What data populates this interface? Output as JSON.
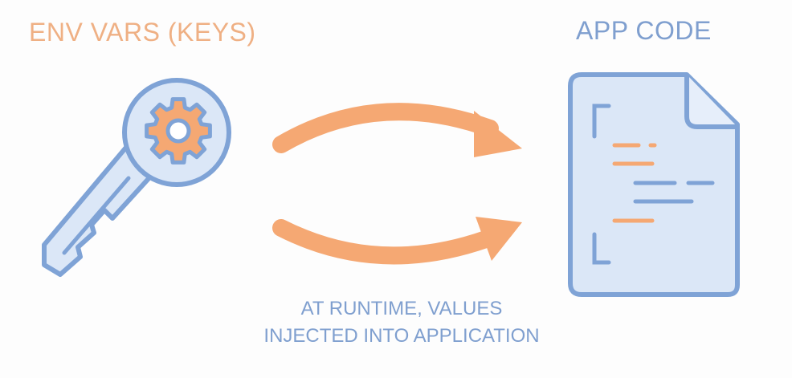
{
  "labels": {
    "left_title": "ENV VARS (KEYS)",
    "right_title": "APP CODE",
    "caption_line1": "AT RUNTIME, VALUES",
    "caption_line2": "INJECTED INTO APPLICATION"
  },
  "icons": {
    "left": "key-with-gear-icon",
    "right": "code-document-icon",
    "arrows": "curved-arrow-icon"
  },
  "colors": {
    "orange": "#f5a873",
    "blue_stroke": "#7fa3d6",
    "blue_fill": "#dbe7f7",
    "left_title": "#efb084",
    "right_title": "#7f9fcf"
  }
}
